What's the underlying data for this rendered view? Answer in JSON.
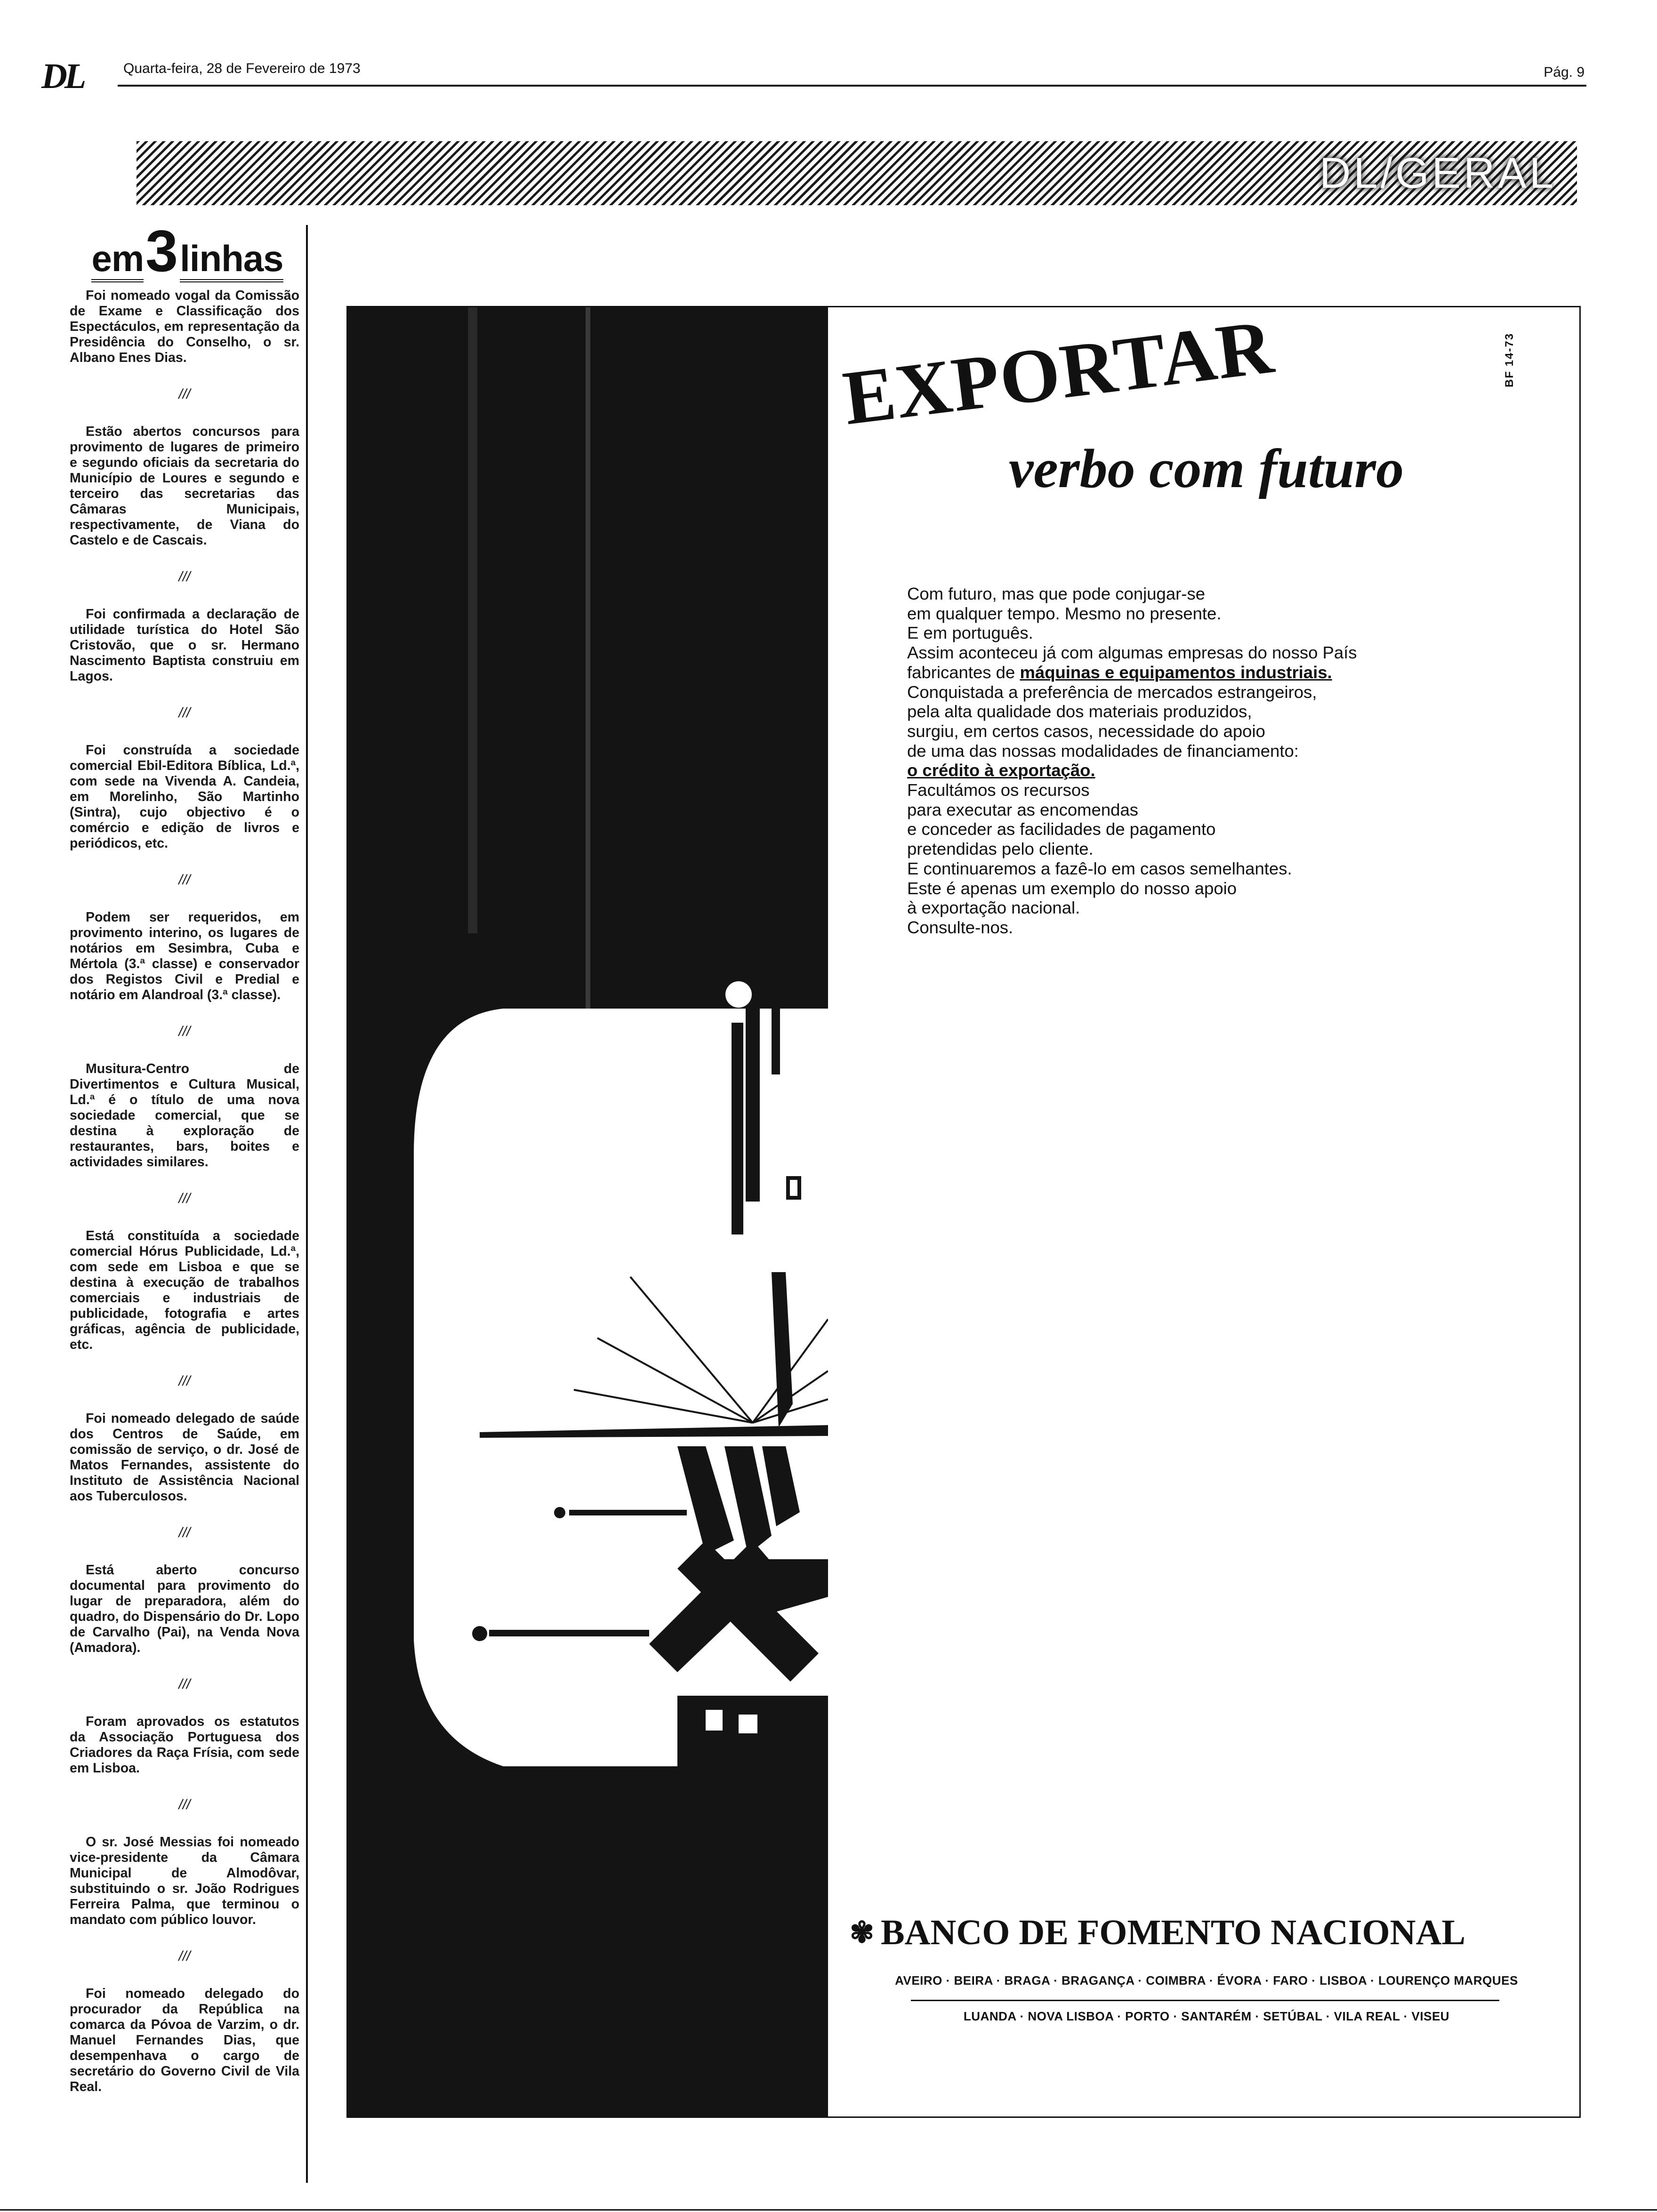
{
  "header": {
    "logo": "DL",
    "date": "Quarta-feira, 28 de Fevereiro de 1973",
    "page": "Pág. 9"
  },
  "section": {
    "label": "DL/GERAL"
  },
  "column": {
    "heading_word1": "em",
    "heading_number": "3",
    "heading_word2": "linhas",
    "separator": "///",
    "briefs": [
      "Foi nomeado vogal da Comissão de Exame e Classificação dos Espectáculos, em representação da Presidência do Conselho, o sr. Albano Enes Dias.",
      "Estão abertos concursos para provimento de lugares de primeiro e segundo oficiais da secretaria do Município de Loures e segundo e terceiro das secretarias das Câmaras Municipais, respectivamente, de Viana do Castelo e de Cascais.",
      "Foi confirmada a declaração de utilidade turística do Hotel São Cristovão, que o sr. Hermano Nascimento Baptista construiu em Lagos.",
      "Foi construída a sociedade comercial Ebil-Editora Bíblica, Ld.ª, com sede na Vivenda A. Candeia, em Morelinho, São Martinho (Sintra), cujo objectivo é o comércio e edição de livros e periódicos, etc.",
      "Podem ser requeridos, em provimento interino, os lugares de notários em Sesimbra, Cuba e Mértola (3.ª classe) e conservador dos Registos Civil e Predial e notário em Alandroal (3.ª classe).",
      "Musitura-Centro de Divertimentos e Cultura Musical, Ld.ª é o título de uma nova sociedade comercial, que se destina à exploração de restaurantes, bars, boites e actividades similares.",
      "Está constituída a sociedade comercial Hórus Publicidade, Ld.ª, com sede em Lisboa e que se destina à execução de trabalhos comerciais e industriais de publicidade, fotografia e artes gráficas, agência de publicidade, etc.",
      "Foi nomeado delegado de saúde dos Centros de Saúde, em comissão de serviço, o dr. José de Matos Fernandes, assistente do Instituto de Assistência Nacional aos Tuberculosos.",
      "Está aberto concurso documental para provimento do lugar de preparadora, além do quadro, do Dispensário do Dr. Lopo de Carvalho (Pai), na Venda Nova (Amadora).",
      "Foram aprovados os estatutos da Associação Portuguesa dos Criadores da Raça Frísia, com sede em Lisboa.",
      "O sr. José Messias foi nomeado vice-presidente da Câmara Municipal de Almodôvar, substituindo o sr. João Rodrigues Ferreira Palma, que terminou o mandato com público louvor.",
      "Foi nomeado delegado do procurador da República na comarca da Póvoa de Varzim, o dr. Manuel Fernandes Dias, que desempenhava o cargo de secretário do Governo Civil de Vila Real."
    ]
  },
  "ad": {
    "code": "BF 14-73",
    "headline": "EXPORTAR",
    "tagline": "verbo com futuro",
    "body_lines": [
      "Com futuro, mas que pode conjugar-se",
      "em qualquer tempo. Mesmo no presente.",
      "E em português.",
      "Assim aconteceu já com algumas empresas do nosso País",
      "fabricantes de ",
      "máquinas e equipamentos industriais.",
      "Conquistada a preferência de mercados estrangeiros,",
      "pela alta qualidade dos materiais produzidos,",
      "surgiu, em certos casos, necessidade do apoio",
      "de uma das nossas modalidades de financiamento:",
      "o crédito à exportação.",
      "Facultámos os recursos",
      "para executar as encomendas",
      "e conceder as facilidades de pagamento",
      "pretendidas pelo cliente.",
      "E continuaremos a fazê-lo em casos semelhantes.",
      "Este é apenas um exemplo do nosso apoio",
      "à exportação nacional.",
      "Consulte-nos."
    ],
    "bank_icon": "✾",
    "bank_name": "BANCO DE FOMENTO NACIONAL",
    "cities_line1": "AVEIRO · BEIRA · BRAGA · BRAGANÇA · COIMBRA · ÉVORA · FARO · LISBOA · LOURENÇO MARQUES",
    "cities_line2": "LUANDA · NOVA LISBOA · PORTO · SANTARÉM · SETÚBAL · VILA REAL · VISEU"
  }
}
